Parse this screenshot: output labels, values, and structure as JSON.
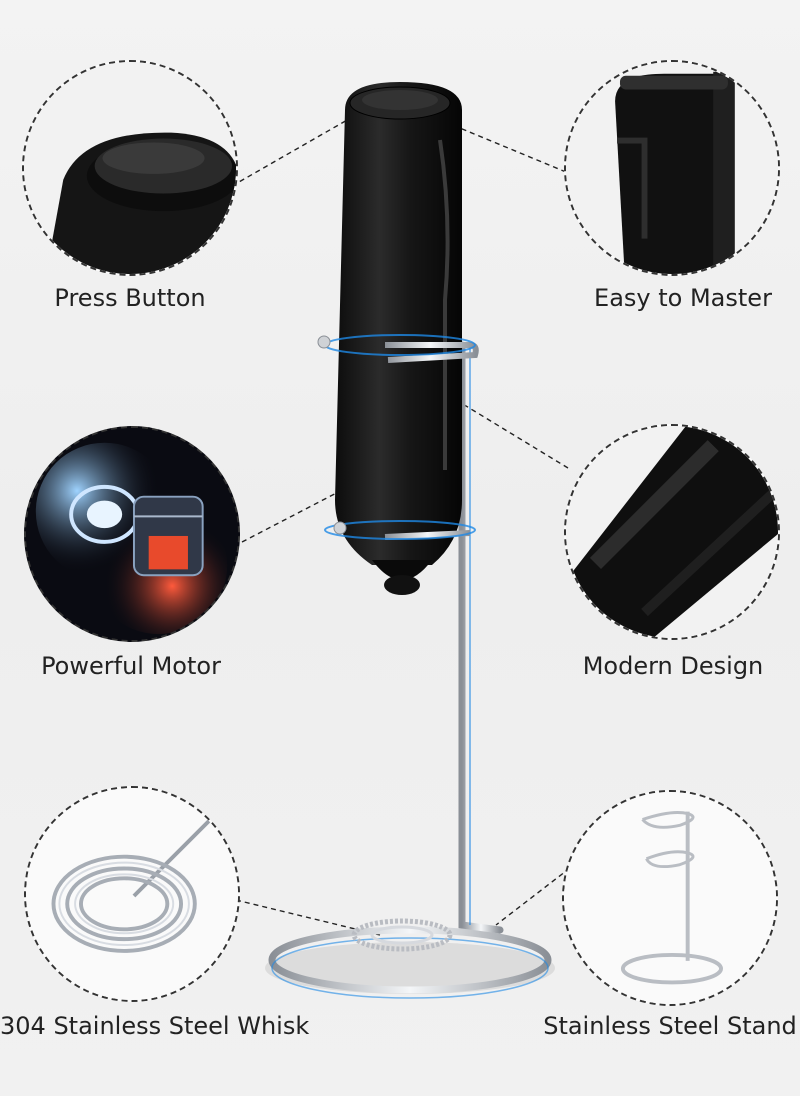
{
  "features": {
    "press_button": {
      "label": "Press Button",
      "icon": "press-button-closeup"
    },
    "easy_to_master": {
      "label": "Easy to Master",
      "icon": "frother-head-closeup"
    },
    "powerful_motor": {
      "label": "Powerful Motor",
      "icon": "motor-cutaway"
    },
    "modern_design": {
      "label": "Modern Design",
      "icon": "matte-body-closeup"
    },
    "whisk": {
      "label": "304 Stainless Steel Whisk",
      "icon": "spiral-whisk"
    },
    "stand": {
      "label": "Stainless Steel Stand",
      "icon": "wire-stand"
    }
  },
  "colors": {
    "background": "#eeeeee",
    "body": "#1a1a1a",
    "accent": "#1e88e5",
    "steel": "#c9ccd1"
  }
}
